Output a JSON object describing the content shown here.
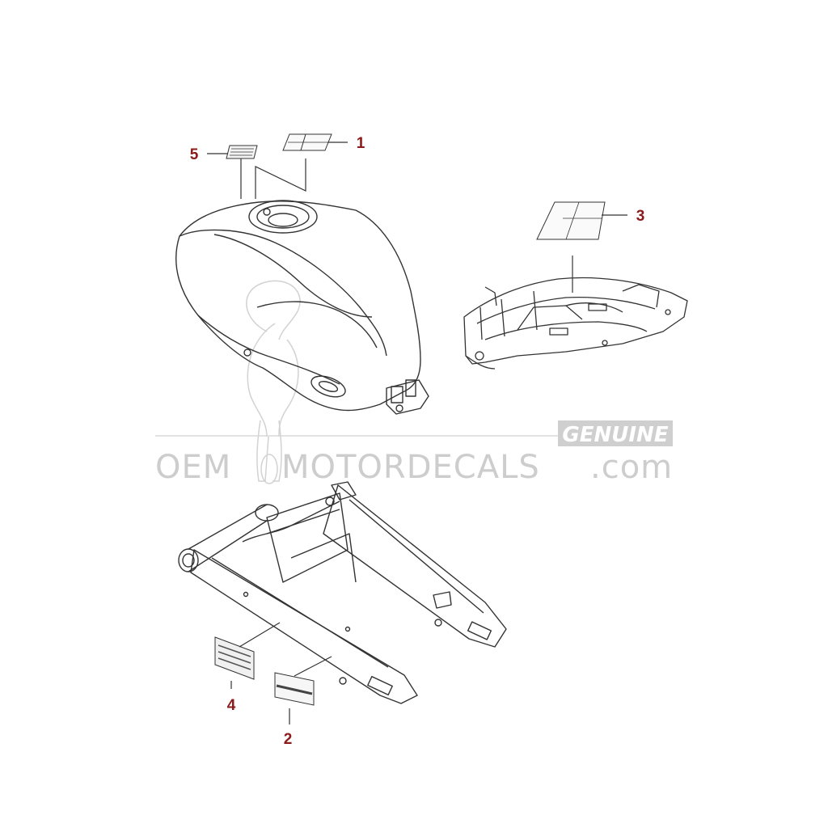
{
  "diagram": {
    "callouts": [
      {
        "id": "1",
        "label": "1",
        "part": "tank-top-decal"
      },
      {
        "id": "2",
        "label": "2",
        "part": "swingarm-right-decal"
      },
      {
        "id": "3",
        "label": "3",
        "part": "seat-tail-decal"
      },
      {
        "id": "4",
        "label": "4",
        "part": "swingarm-left-decal"
      },
      {
        "id": "5",
        "label": "5",
        "part": "tank-caution-decal"
      }
    ],
    "components": [
      "fuel-tank",
      "rear-seat-tail-frame",
      "swingarm"
    ]
  },
  "watermark": {
    "brand_prefix": "OEM",
    "brand_main": "MOTORDECALS",
    "brand_suffix": ".com",
    "badge": "GENUINE"
  },
  "colors": {
    "callout": "#8b1a1a",
    "line": "#3a3a3a",
    "watermark": "#c8c8c8"
  }
}
